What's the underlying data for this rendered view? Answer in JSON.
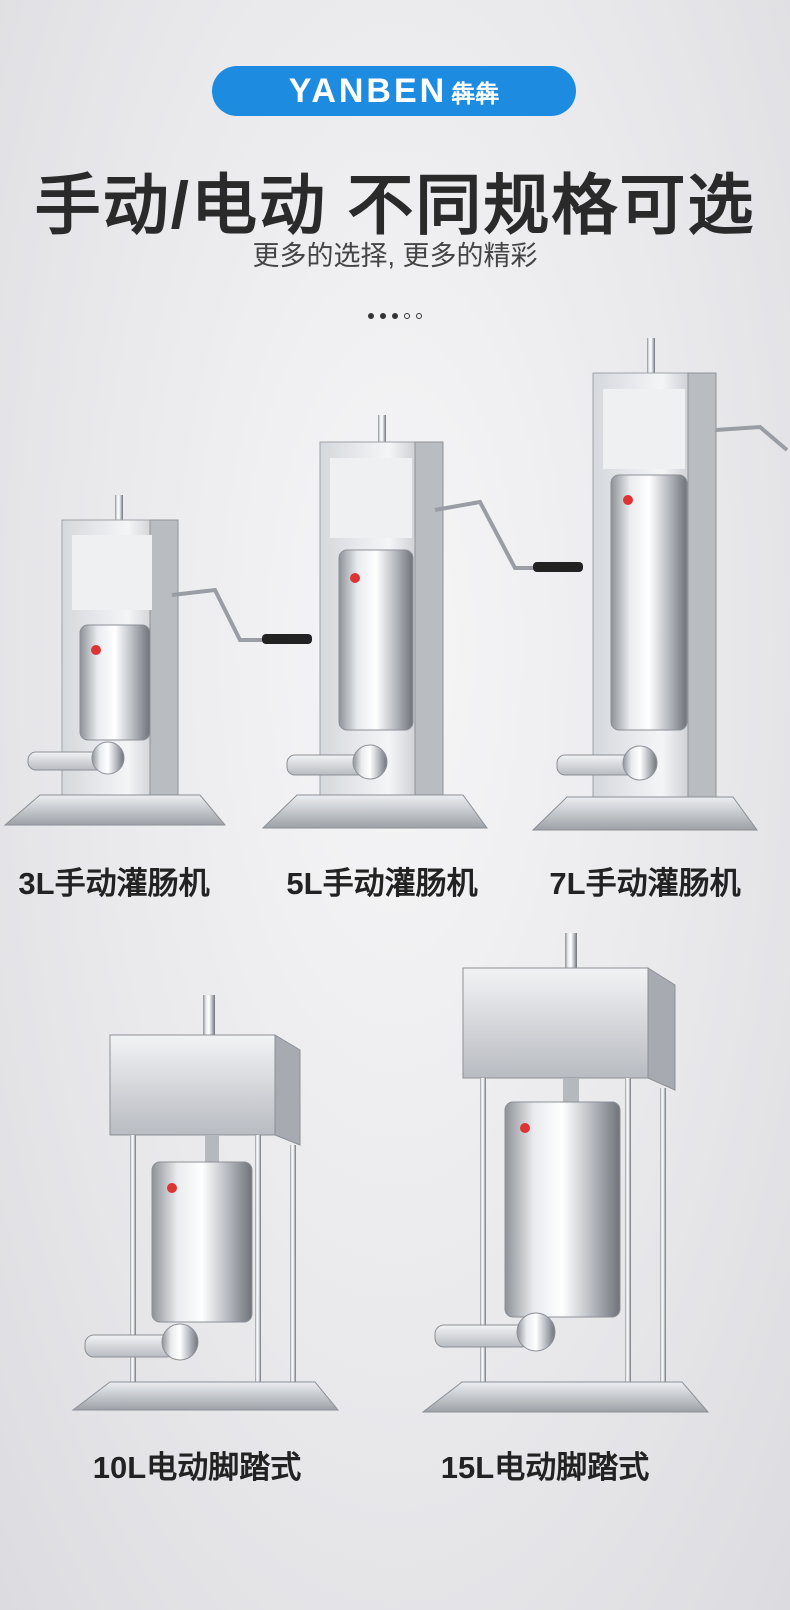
{
  "brand": {
    "latin": "YANBEN",
    "cn": " 犇犇"
  },
  "headline": "手动/电动 不同规格可选",
  "subline": "更多的选择, 更多的精彩",
  "pager": {
    "total": 5,
    "filled": 3
  },
  "products": [
    {
      "caption": "3L手动灌肠机"
    },
    {
      "caption": "5L手动灌肠机"
    },
    {
      "caption": "7L手动灌肠机"
    },
    {
      "caption": "10L电动脚踏式"
    },
    {
      "caption": "15L电动脚踏式"
    }
  ],
  "colors": {
    "brand_blue": "#1d8be0",
    "steel": "#c9ccd1"
  }
}
